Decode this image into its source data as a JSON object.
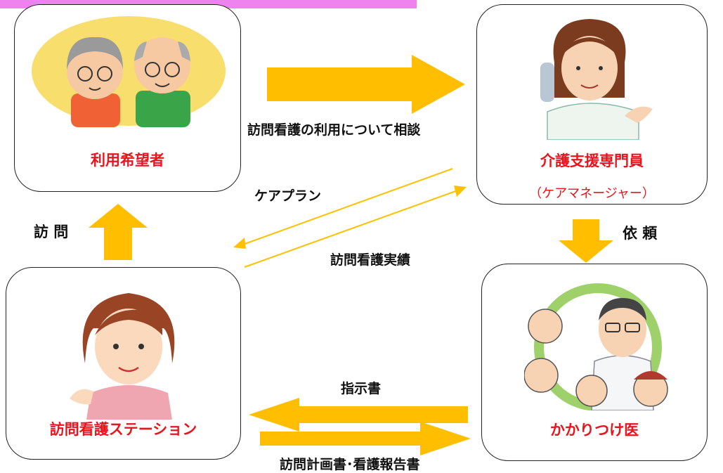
{
  "nodes": {
    "user": {
      "label": "利用希望者"
    },
    "care_manager": {
      "label": "介護支援専門員",
      "sublabel": "（ケアマネージャー）"
    },
    "station": {
      "label": "訪問看護ステーション"
    },
    "doctor": {
      "label": "かかりつけ医"
    }
  },
  "edges": {
    "consult": "訪問看護の利用について相談",
    "care_plan": "ケアプラン",
    "results": "訪問看護実績",
    "request": "依 頼",
    "visit": "訪 問",
    "instruction": "指示書",
    "report": "訪問計画書･看護報告書"
  },
  "colors": {
    "arrow": "#ffbf00",
    "thin_arrow": "#ffc000",
    "label_red": "#e8141e",
    "accent_bar": "#ee82ee"
  }
}
